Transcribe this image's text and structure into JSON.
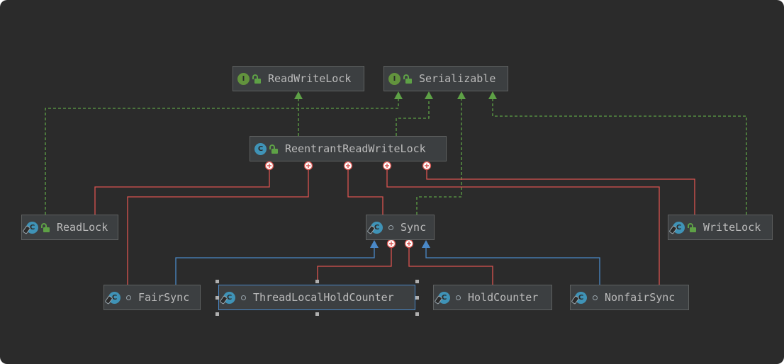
{
  "diagram": {
    "background": "#2b2b2b",
    "edge_colors": {
      "realization": "#5ea146",
      "inheritance": "#4a88c7",
      "inner": "#d9534f"
    },
    "nodes": [
      {
        "id": "rwl",
        "label": "ReadWriteLock",
        "kind": "interface",
        "icon": "interface-icon",
        "visibility": "public"
      },
      {
        "id": "ser",
        "label": "Serializable",
        "kind": "interface",
        "icon": "interface-icon",
        "visibility": "public"
      },
      {
        "id": "rrwl",
        "label": "ReentrantReadWriteLock",
        "kind": "class",
        "icon": "class-icon",
        "visibility": "public"
      },
      {
        "id": "readlock",
        "label": "ReadLock",
        "kind": "static-class",
        "icon": "static-class-icon",
        "visibility": "public"
      },
      {
        "id": "sync",
        "label": "Sync",
        "kind": "static-class",
        "icon": "abstract-static-class-icon",
        "visibility": "package"
      },
      {
        "id": "writelock",
        "label": "WriteLock",
        "kind": "static-class",
        "icon": "static-class-icon",
        "visibility": "public"
      },
      {
        "id": "fairsync",
        "label": "FairSync",
        "kind": "static-class",
        "icon": "static-class-icon",
        "visibility": "package"
      },
      {
        "id": "tlhc",
        "label": "ThreadLocalHoldCounter",
        "kind": "static-class",
        "icon": "static-class-icon",
        "visibility": "package",
        "selected": true
      },
      {
        "id": "holdcounter",
        "label": "HoldCounter",
        "kind": "static-class",
        "icon": "static-class-icon",
        "visibility": "package"
      },
      {
        "id": "nonfairsync",
        "label": "NonfairSync",
        "kind": "static-class",
        "icon": "static-class-icon",
        "visibility": "package"
      }
    ],
    "edges": [
      {
        "from": "rrwl",
        "to": "rwl",
        "type": "realization"
      },
      {
        "from": "rrwl",
        "to": "ser",
        "type": "realization"
      },
      {
        "from": "readlock",
        "to": "ser",
        "type": "realization"
      },
      {
        "from": "writelock",
        "to": "ser",
        "type": "realization"
      },
      {
        "from": "sync",
        "to": "ser",
        "type": "realization"
      },
      {
        "from": "readlock",
        "to": "rrwl",
        "type": "inner"
      },
      {
        "from": "fairsync",
        "to": "rrwl",
        "type": "inner"
      },
      {
        "from": "sync",
        "to": "rrwl",
        "type": "inner"
      },
      {
        "from": "nonfairsync",
        "to": "rrwl",
        "type": "inner"
      },
      {
        "from": "writelock",
        "to": "rrwl",
        "type": "inner"
      },
      {
        "from": "fairsync",
        "to": "sync",
        "type": "inheritance"
      },
      {
        "from": "nonfairsync",
        "to": "sync",
        "type": "inheritance"
      },
      {
        "from": "tlhc",
        "to": "sync",
        "type": "inner"
      },
      {
        "from": "holdcounter",
        "to": "sync",
        "type": "inner"
      }
    ]
  }
}
